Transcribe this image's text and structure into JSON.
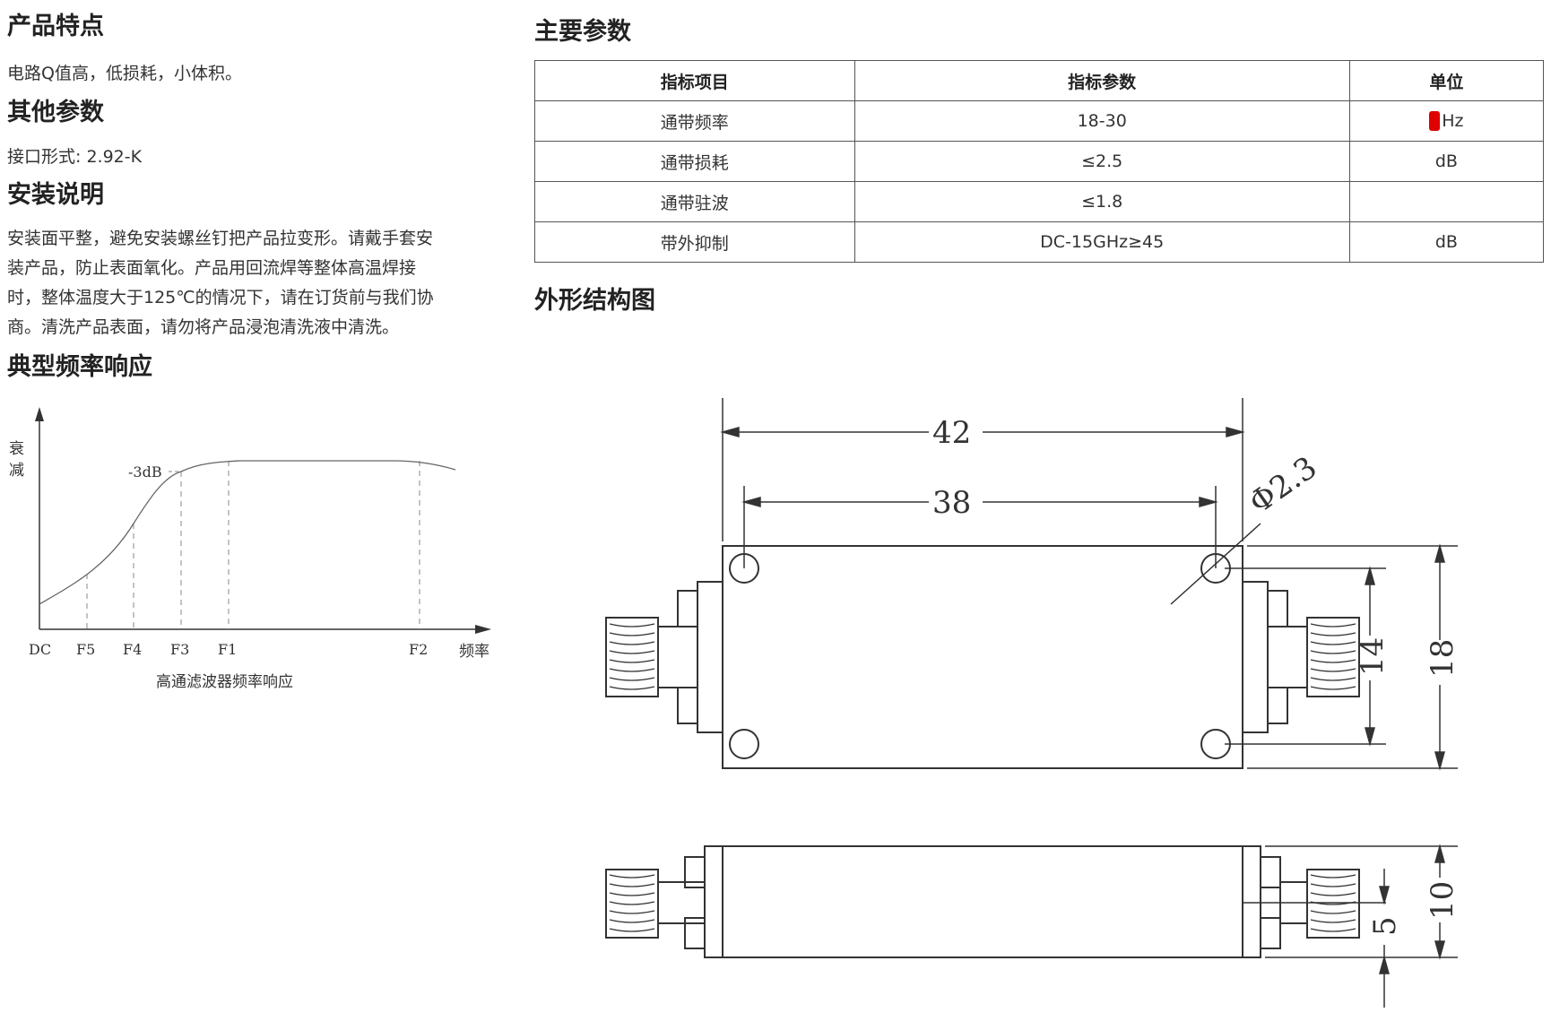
{
  "features": {
    "title": "产品特点",
    "text": "电路Q值高，低损耗，小体积。"
  },
  "other": {
    "title": "其他参数",
    "text": "接口形式: 2.92-K"
  },
  "install": {
    "title": "安装说明",
    "lines": [
      "安装面平整，避免安装螺丝钉把产品拉变形。请戴手套安",
      "装产品，防止表面氧化。产品用回流焊等整体高温焊接",
      "时，整体温度大于125℃的情况下，请在订货前与我们协",
      "商。清洗产品表面，请勿将产品浸泡清洗液中清洗。"
    ]
  },
  "response": {
    "title": "典型频率响应",
    "ylabel_1": "衰",
    "ylabel_2": "减",
    "xlabel": "频率",
    "marker": "-3dB",
    "ticks": [
      "DC",
      "F5",
      "F4",
      "F3",
      "F1",
      "F2"
    ],
    "caption": "高通滤波器频率响应"
  },
  "specs": {
    "title": "主要参数",
    "headers": [
      "指标项目",
      "指标参数",
      "单位"
    ],
    "rows": [
      [
        "通带频率",
        "18-30",
        "GHz"
      ],
      [
        "通带损耗",
        "≤2.5",
        "dB"
      ],
      [
        "通带驻波",
        "≤1.8",
        ""
      ],
      [
        "带外抑制",
        "DC-15GHz≥45",
        "dB"
      ]
    ],
    "unit_first_visible": "Hz"
  },
  "outline": {
    "title": "外形结构图",
    "dim_42": "42",
    "dim_38": "38",
    "dim_hole": "Φ2.3",
    "dim_14": "14",
    "dim_18": "18",
    "dim_10": "10",
    "dim_5": "5"
  },
  "colors": {
    "annotation_red": "#e00000"
  }
}
